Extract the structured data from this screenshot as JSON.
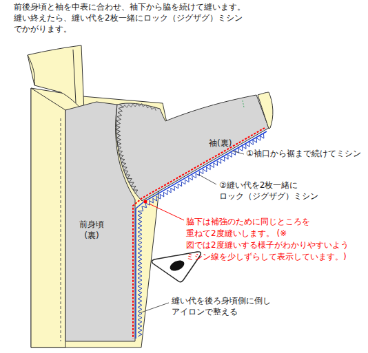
{
  "diagram": {
    "title": "前後身頃と袖を中表に合わせ、袖下から脇を続けて縫います。 縫い終えたら、縫い代を2枚一緒にロック（ジグザグ）ミシン でかがります。",
    "labels": [
      "袖(裏)",
      "①袖口から裾まで続けてミシン",
      "②縫い代を2枚一緒に ロック（ジグザグ）ミシン",
      "前身頃 (裏)",
      "脇下は補強のために同じところを 重ねて2度縫いします。 (※図では2度縫いする様子がわかりやすいよう ミシン線を少しずらして表示しています。)",
      "縫い代を後ろ身頃側に倒し アイロンで整える"
    ]
  }
}
